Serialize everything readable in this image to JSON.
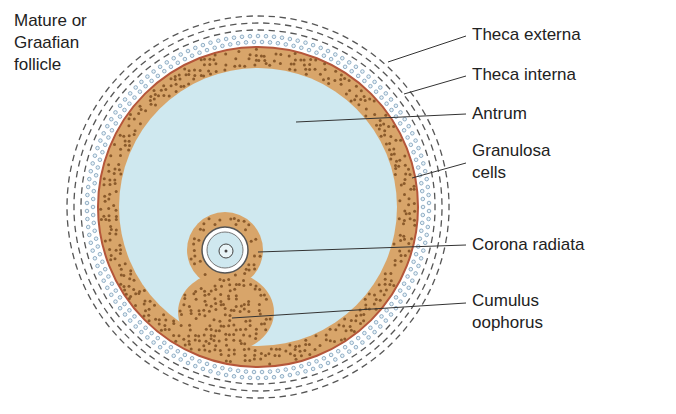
{
  "diagram": {
    "labels": [
      "Mature or Graafian follicle",
      "Theca externa",
      "Theca interna",
      "Antrum",
      "Granulosa cells",
      "Corona radiata",
      "Cumulus oophorus"
    ]
  }
}
